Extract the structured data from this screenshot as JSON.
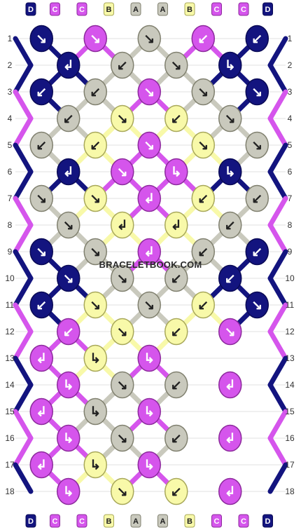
{
  "watermark": "BRACELETBOOK.COM",
  "colors": {
    "D": "#13147f",
    "C": "#d555ec",
    "B": "#f8f9a9",
    "A": "#c9c9bd"
  },
  "strings_top": [
    "D",
    "C",
    "C",
    "B",
    "A",
    "A",
    "B",
    "C",
    "C",
    "D"
  ],
  "strings_bottom": [
    "D",
    "C",
    "C",
    "B",
    "A",
    "A",
    "B",
    "C",
    "C",
    "D"
  ],
  "row_numbers": [
    "1",
    "2",
    "3",
    "4",
    "5",
    "6",
    "7",
    "8",
    "9",
    "10",
    "11",
    "12",
    "13",
    "14",
    "15",
    "16",
    "17",
    "18"
  ],
  "arrow_glyphs": {
    "r": "↘",
    "l": "↙",
    "fr": "↳",
    "fl": "↲"
  },
  "knot_rows": [
    [
      {
        "c": "D",
        "d": "r"
      },
      {
        "c": "C",
        "d": "r"
      },
      {
        "c": "A",
        "d": "r"
      },
      {
        "c": "C",
        "d": "l"
      },
      {
        "c": "D",
        "d": "l"
      }
    ],
    [
      {
        "c": "D",
        "d": "fl"
      },
      {
        "c": "A",
        "d": "l"
      },
      {
        "c": "A",
        "d": "r"
      },
      {
        "c": "D",
        "d": "fr"
      }
    ],
    [
      {
        "c": "D",
        "d": "l"
      },
      {
        "c": "A",
        "d": "l"
      },
      {
        "c": "C",
        "d": "r"
      },
      {
        "c": "A",
        "d": "r"
      },
      {
        "c": "D",
        "d": "r"
      }
    ],
    [
      {
        "c": "A",
        "d": "l"
      },
      {
        "c": "B",
        "d": "r"
      },
      {
        "c": "B",
        "d": "l"
      },
      {
        "c": "A",
        "d": "r"
      }
    ],
    [
      {
        "c": "A",
        "d": "l"
      },
      {
        "c": "B",
        "d": "l"
      },
      {
        "c": "C",
        "d": "r"
      },
      {
        "c": "B",
        "d": "r"
      },
      {
        "c": "A",
        "d": "r"
      }
    ],
    [
      {
        "c": "D",
        "d": "fl"
      },
      {
        "c": "C",
        "d": "r"
      },
      {
        "c": "C",
        "d": "fr"
      },
      {
        "c": "D",
        "d": "fr"
      }
    ],
    [
      {
        "c": "A",
        "d": "r"
      },
      {
        "c": "B",
        "d": "r"
      },
      {
        "c": "C",
        "d": "fl"
      },
      {
        "c": "B",
        "d": "l"
      },
      {
        "c": "A",
        "d": "l"
      }
    ],
    [
      {
        "c": "A",
        "d": "r"
      },
      {
        "c": "B",
        "d": "fl"
      },
      {
        "c": "B",
        "d": "fl"
      },
      {
        "c": "A",
        "d": "l"
      }
    ],
    [
      {
        "c": "D",
        "d": "r"
      },
      {
        "c": "A",
        "d": "r"
      },
      {
        "c": "C",
        "d": "fl"
      },
      {
        "c": "A",
        "d": "l"
      },
      {
        "c": "D",
        "d": "l"
      }
    ],
    [
      {
        "c": "D",
        "d": "r"
      },
      {
        "c": "A",
        "d": "r"
      },
      {
        "c": "A",
        "d": "l"
      },
      {
        "c": "D",
        "d": "l"
      }
    ],
    [
      {
        "c": "D",
        "d": "l"
      },
      {
        "c": "B",
        "d": "r"
      },
      {
        "c": "A",
        "d": "r"
      },
      {
        "c": "B",
        "d": "l"
      },
      {
        "c": "D",
        "d": "r"
      }
    ],
    [
      {
        "c": "C",
        "d": "l"
      },
      {
        "c": "B",
        "d": "r"
      },
      {
        "c": "B",
        "d": "l"
      },
      {
        "c": "C",
        "d": "r"
      }
    ],
    [
      {
        "c": "C",
        "d": "fl"
      },
      {
        "c": "B",
        "d": "fr"
      },
      {
        "c": "C",
        "d": "fr"
      }
    ],
    [
      {
        "c": "C",
        "d": "fr"
      },
      {
        "c": "A",
        "d": "r"
      },
      {
        "c": "A",
        "d": "l"
      },
      {
        "c": "C",
        "d": "fl"
      }
    ],
    [
      {
        "c": "C",
        "d": "fl"
      },
      {
        "c": "A",
        "d": "fr"
      },
      {
        "c": "C",
        "d": "fr"
      }
    ],
    [
      {
        "c": "C",
        "d": "fr"
      },
      {
        "c": "A",
        "d": "r"
      },
      {
        "c": "A",
        "d": "l"
      },
      {
        "c": "C",
        "d": "fl"
      }
    ],
    [
      {
        "c": "C",
        "d": "fl"
      },
      {
        "c": "B",
        "d": "fr"
      },
      {
        "c": "C",
        "d": "fr"
      }
    ],
    [
      {
        "c": "C",
        "d": "fr"
      },
      {
        "c": "B",
        "d": "r"
      },
      {
        "c": "B",
        "d": "l"
      },
      {
        "c": "C",
        "d": "fl"
      }
    ]
  ]
}
